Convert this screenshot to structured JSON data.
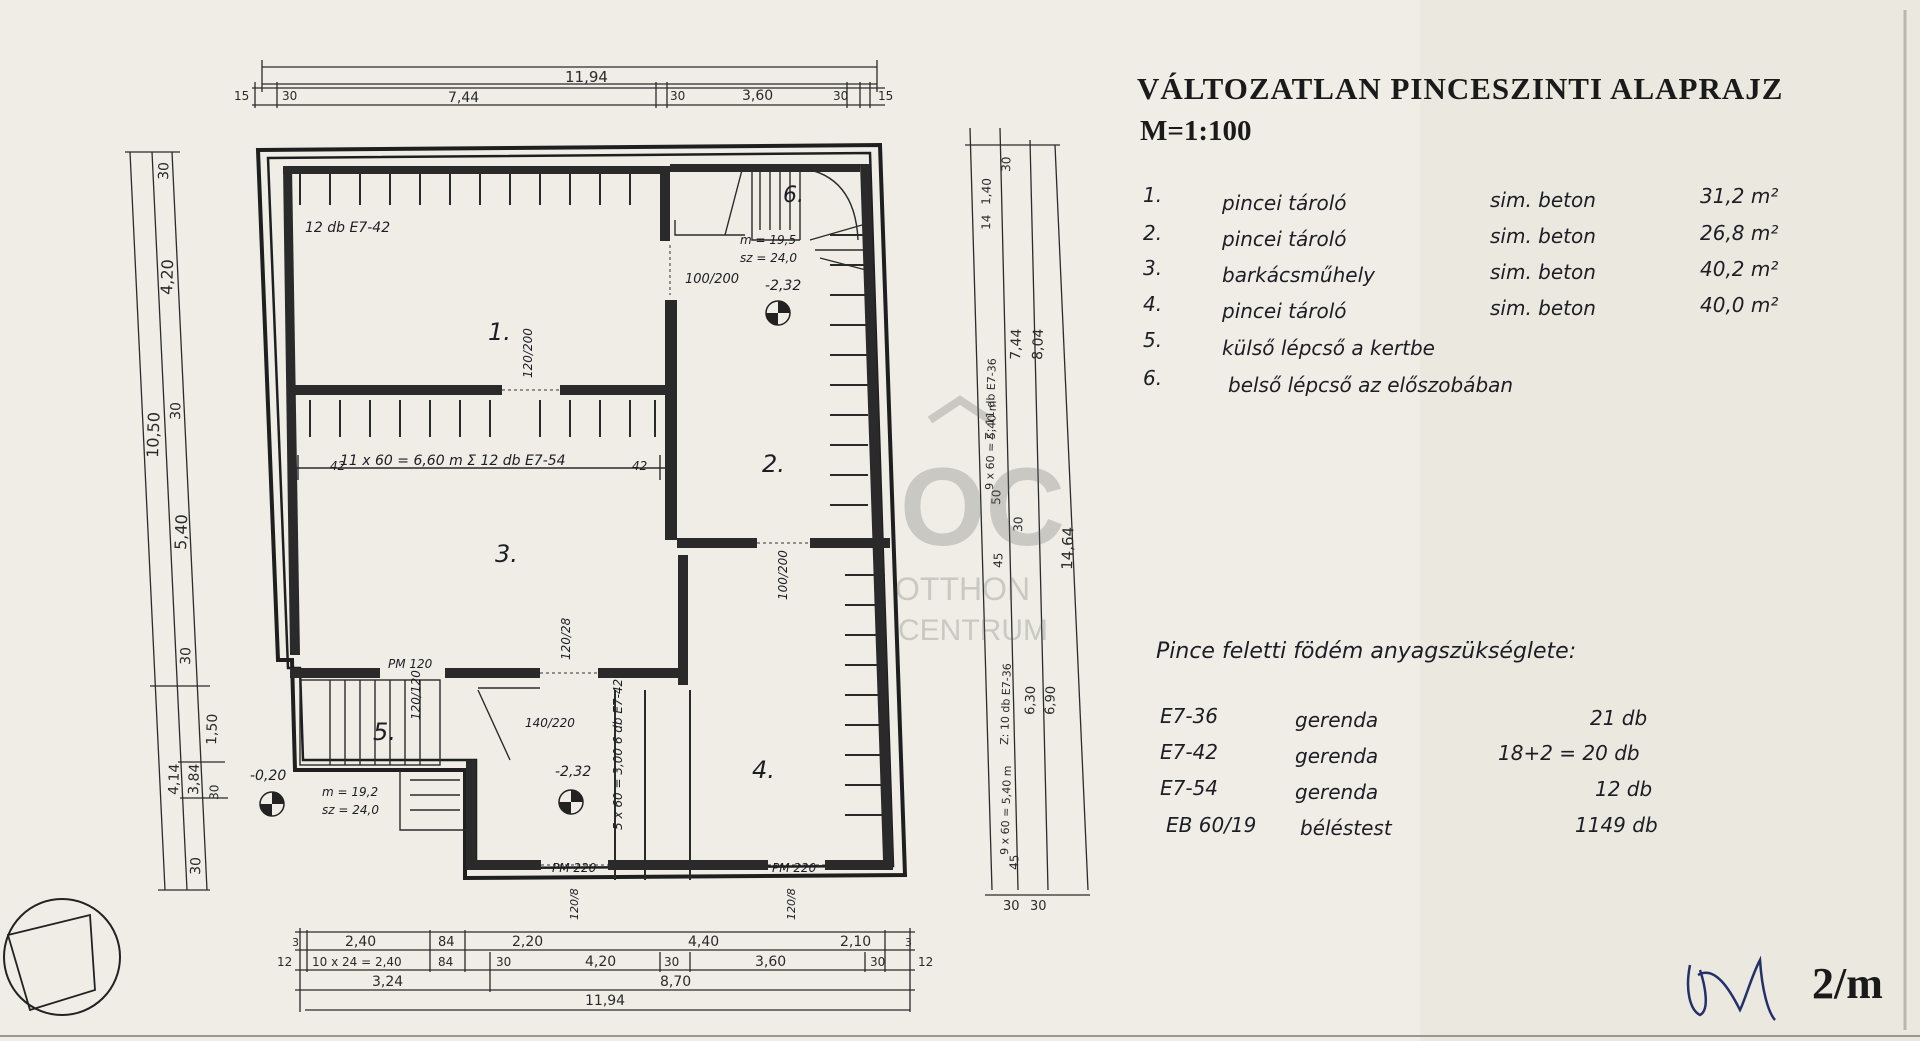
{
  "title": "VÁLTOZATLAN PINCESZINTI ALAPRAJZ",
  "scale": "M=1:100",
  "legend": [
    {
      "num": "1.",
      "name": "pincei tároló",
      "floor": "sim. beton",
      "area": "31,2 m²"
    },
    {
      "num": "2.",
      "name": "pincei tároló",
      "floor": "sim. beton",
      "area": "26,8 m²"
    },
    {
      "num": "3.",
      "name": "barkácsműhely",
      "floor": "sim. beton",
      "area": "40,2 m²"
    },
    {
      "num": "4.",
      "name": "pincei tároló",
      "floor": "sim. beton",
      "area": "40,0 m²"
    },
    {
      "num": "5.",
      "name": "külső lépcső a kertbe"
    },
    {
      "num": "6.",
      "name": "belső lépcső az előszobában"
    }
  ],
  "materials_title": "Pince feletti födém anyagszükséglete:",
  "materials": [
    {
      "code": "E7-36",
      "type": "gerenda",
      "qty": "21 db"
    },
    {
      "code": "E7-42",
      "type": "gerenda",
      "qty": "18+2 = 20 db"
    },
    {
      "code": "E7-54",
      "type": "gerenda",
      "qty": "12 db"
    },
    {
      "code": "EB 60/19",
      "type": "béléstest",
      "qty": "1149 db"
    }
  ],
  "sheet_number": "2/m",
  "watermark": {
    "logo": "OC",
    "line1": "OTTHON",
    "line2": "CENTRUM"
  },
  "rooms": [
    "1.",
    "2.",
    "3.",
    "4.",
    "5.",
    "6."
  ],
  "annotations": {
    "beams_room1": "12 db E7-42",
    "beams_room3": "11 x 60 = 6,60 m  Σ 12 db E7-54",
    "beam_42_left": "42",
    "beam_42_right": "42",
    "stair6_m": "m = 19,5",
    "stair6_sz": "sz = 24,0",
    "stair5_m": "m = 19,2",
    "stair5_sz": "sz = 24,0",
    "level_a": "-2,32",
    "level_b": "-2,32",
    "level_c": "-0,20",
    "door_100_200": "100/200",
    "door_120_200": "120/200",
    "door_2_100_200": "100/200",
    "door_120_28": "120/28",
    "door_140_220": "140/220",
    "door_120_120": "120/120",
    "pm120": "PM 120",
    "pm220a": "PM 220",
    "pm220b": "PM 220",
    "beams_room4": "5 x 60 = 3,00  6 db E7-42",
    "right_vert_a": "Z: 11 db E7-36",
    "right_vert_b": "9 x 60 = 5,40 m",
    "right_vert_c": "Z: 10 db E7-36",
    "right_vert_d": "9 x 60 = 5,40 m",
    "bottom_small_a": "120/8",
    "bottom_small_b": "120/8"
  },
  "dims_top": {
    "overall": "11,94",
    "a": "15",
    "b": "30",
    "c": "7,44",
    "d": "30",
    "e": "3,60",
    "f": "30",
    "g": "15"
  },
  "dims_left": [
    "30",
    "4,20",
    "30",
    "5,40",
    "30",
    "1,50",
    "3,84",
    "30",
    "4,14",
    "10,50",
    "30"
  ],
  "dims_right": [
    "30",
    "14",
    "1,40",
    "7,44",
    "8,04",
    "50",
    "45",
    "30",
    "6,30",
    "6,90",
    "45",
    "14,64",
    "30",
    "30"
  ],
  "dims_bottom_row1": [
    "3",
    "2,40",
    "84",
    "2,20",
    "4,40",
    "2,10",
    "3"
  ],
  "dims_bottom_row2": [
    "12",
    "10 x 24 = 2,40",
    "84",
    "30",
    "4,20",
    "30",
    "3,60",
    "30",
    "12"
  ],
  "dims_bottom_row3": [
    "3,24",
    "8,70"
  ],
  "dims_bottom_overall": "11,94"
}
